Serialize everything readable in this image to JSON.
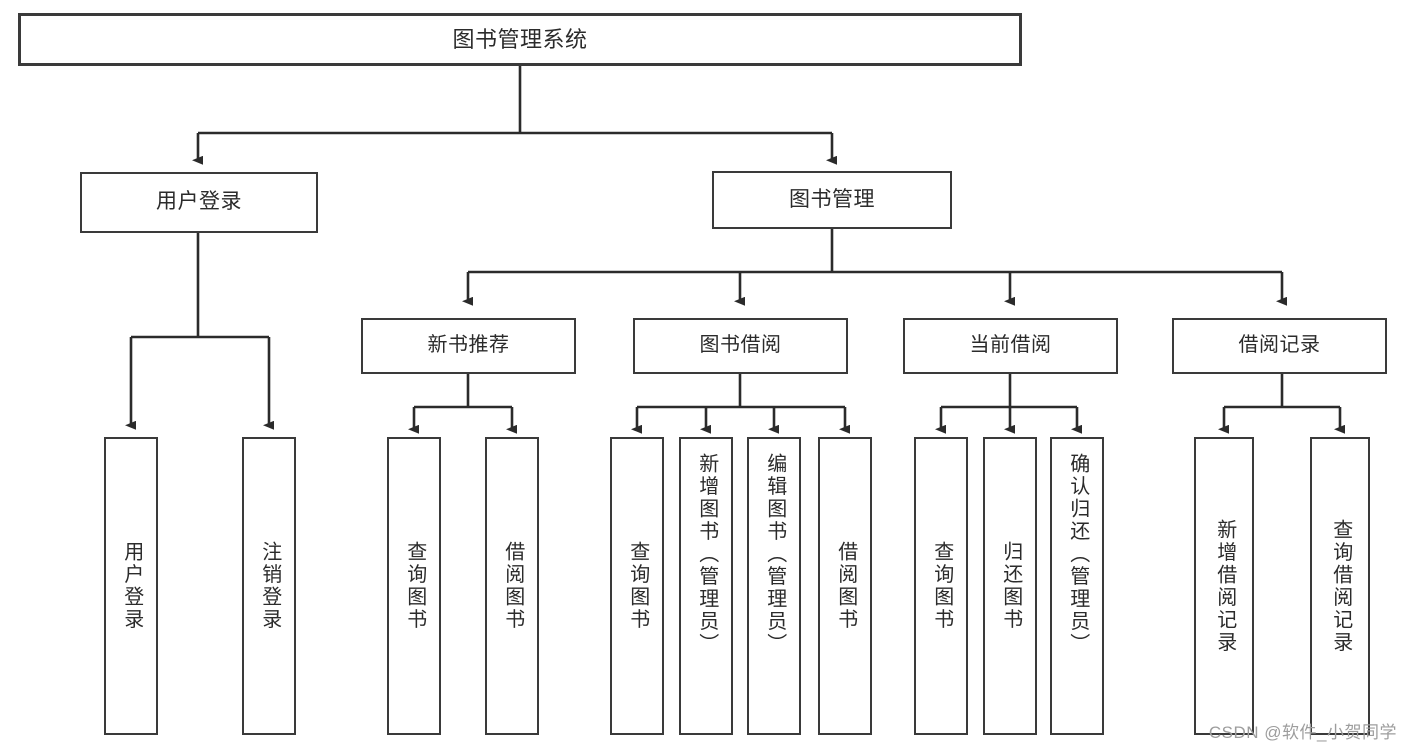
{
  "diagram": {
    "title": "图书管理系统",
    "type": "tree",
    "colors": {
      "box_border": "#3a3a3a",
      "box_fill": "#ffffff",
      "connector": "#2b2b2b",
      "text": "#2b2b2b",
      "watermark": "#9d9d9d",
      "background": "#ffffff"
    },
    "root": {
      "label": "图书管理系统"
    },
    "level2": [
      {
        "label": "用户登录"
      },
      {
        "label": "图书管理"
      }
    ],
    "level3": [
      {
        "label": "新书推荐"
      },
      {
        "label": "图书借阅"
      },
      {
        "label": "当前借阅"
      },
      {
        "label": "借阅记录"
      }
    ],
    "leaves": [
      {
        "label": "用户登录",
        "parent": "用户登录"
      },
      {
        "label": "注销登录",
        "parent": "用户登录"
      },
      {
        "label": "查询图书",
        "parent": "新书推荐"
      },
      {
        "label": "借阅图书",
        "parent": "新书推荐"
      },
      {
        "label": "查询图书",
        "parent": "图书借阅"
      },
      {
        "label": "新增图书（管理员）",
        "parent": "图书借阅"
      },
      {
        "label": "编辑图书（管理员）",
        "parent": "图书借阅"
      },
      {
        "label": "借阅图书",
        "parent": "图书借阅"
      },
      {
        "label": "查询图书",
        "parent": "当前借阅"
      },
      {
        "label": "归还图书",
        "parent": "当前借阅"
      },
      {
        "label": "确认归还（管理员）",
        "parent": "当前借阅"
      },
      {
        "label": "新增借阅记录",
        "parent": "借阅记录"
      },
      {
        "label": "查询借阅记录",
        "parent": "借阅记录"
      }
    ]
  },
  "watermark": {
    "text": "CSDN @软件_小贺同学"
  }
}
